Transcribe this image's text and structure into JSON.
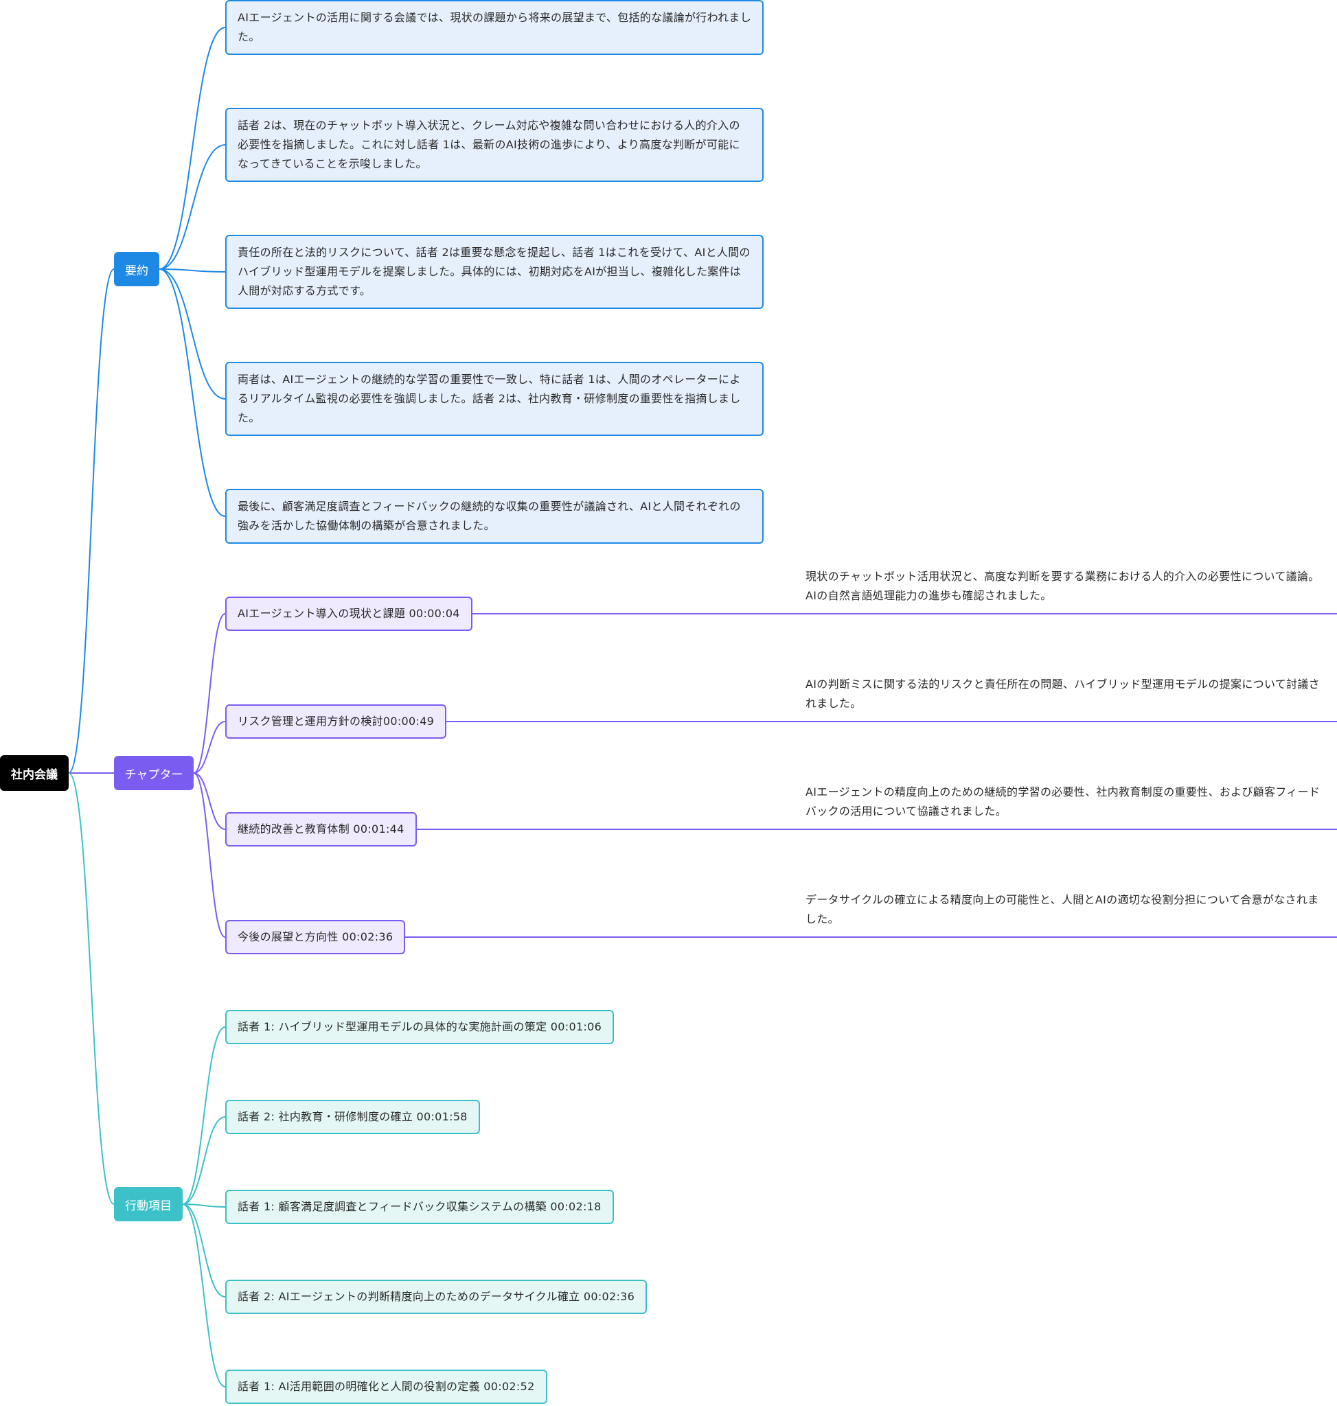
{
  "root": {
    "label": "社内会議"
  },
  "summary": {
    "label": "要約",
    "color": "#1e88e5",
    "items": [
      "AIエージェントの活用に関する会議では、現状の課題から将来の展望まで、包括的な議論が行われました。",
      "話者 2は、現在のチャットボット導入状況と、クレーム対応や複雑な問い合わせにおける人的介入の必要性を指摘しました。これに対し話者 1は、最新のAI技術の進歩により、より高度な判断が可能になってきていることを示唆しました。",
      "責任の所在と法的リスクについて、話者 2は重要な懸念を提起し、話者 1はこれを受けて、AIと人間のハイブリッド型運用モデルを提案しました。具体的には、初期対応をAIが担当し、複雑化した案件は人間が対応する方式です。",
      "両者は、AIエージェントの継続的な学習の重要性で一致し、特に話者 1は、人間のオペレーターによるリアルタイム監視の必要性を強調しました。話者 2は、社内教育・研修制度の重要性を指摘しました。",
      "最後に、顧客満足度調査とフィードバックの継続的な収集の重要性が議論され、AIと人間それぞれの強みを活かした協働体制の構築が合意されました。"
    ]
  },
  "chapters": {
    "label": "チャプター",
    "color": "#7b5cf0",
    "items": [
      {
        "title": "AIエージェント導入の現状と課題 00:00:04",
        "desc": "現状のチャットボット活用状況と、高度な判断を要する業務における人的介入の必要性について議論。AIの自然言語処理能力の進歩も確認されました。"
      },
      {
        "title": "リスク管理と運用方針の検討00:00:49",
        "desc": "AIの判断ミスに関する法的リスクと責任所在の問題、ハイブリッド型運用モデルの提案について討議されました。"
      },
      {
        "title": "継続的改善と教育体制 00:01:44",
        "desc": "AIエージェントの精度向上のための継続的学習の必要性、社内教育制度の重要性、および顧客フィードバックの活用について協議されました。"
      },
      {
        "title": "今後の展望と方向性 00:02:36",
        "desc": "データサイクルの確立による精度向上の可能性と、人間とAIの適切な役割分担について合意がなされました。"
      }
    ]
  },
  "actions": {
    "label": "行動項目",
    "color": "#3cc1c8",
    "items": [
      "話者 1: ハイブリッド型運用モデルの具体的な実施計画の策定 00:01:06",
      "話者 2: 社内教育・研修制度の確立 00:01:58",
      "話者 1: 顧客満足度調査とフィードバック収集システムの構築 00:02:18",
      "話者 2: AIエージェントの判断精度向上のためのデータサイクル確立 00:02:36",
      "話者 1: AI活用範囲の明確化と人間の役割の定義 00:02:52"
    ]
  }
}
